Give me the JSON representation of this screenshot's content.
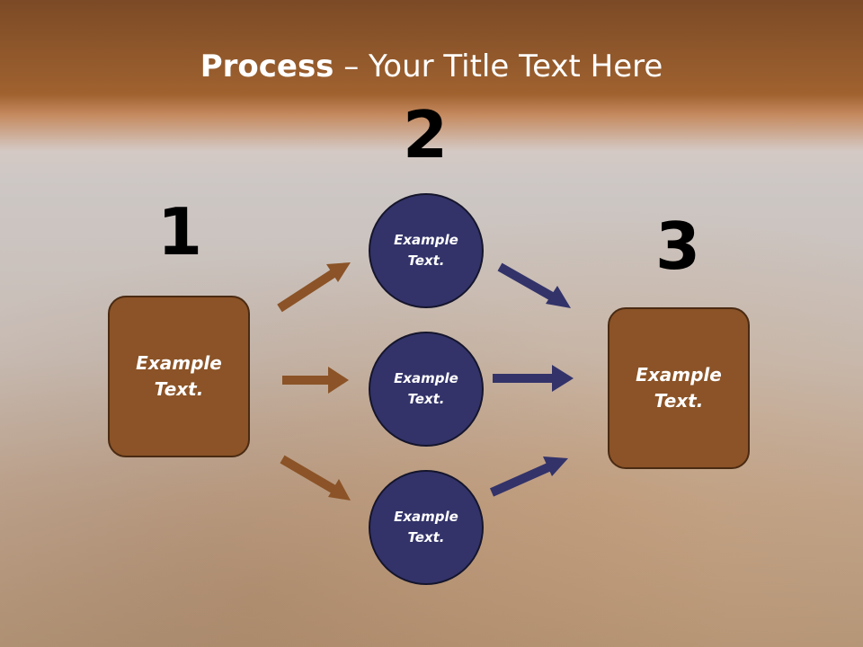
{
  "slide": {
    "title_bold": "Process",
    "title_rest": " – Your Title Text Here",
    "steps": [
      "1",
      "2",
      "3"
    ],
    "left_box": "Example Text.",
    "circles": [
      "Example Text.",
      "Example Text.",
      "Example Text."
    ],
    "right_box": "Example Text."
  },
  "colors": {
    "brown": "#8b5327",
    "navy": "#33336a",
    "arrow_brown": "#8b5327",
    "arrow_navy": "#33336a"
  }
}
